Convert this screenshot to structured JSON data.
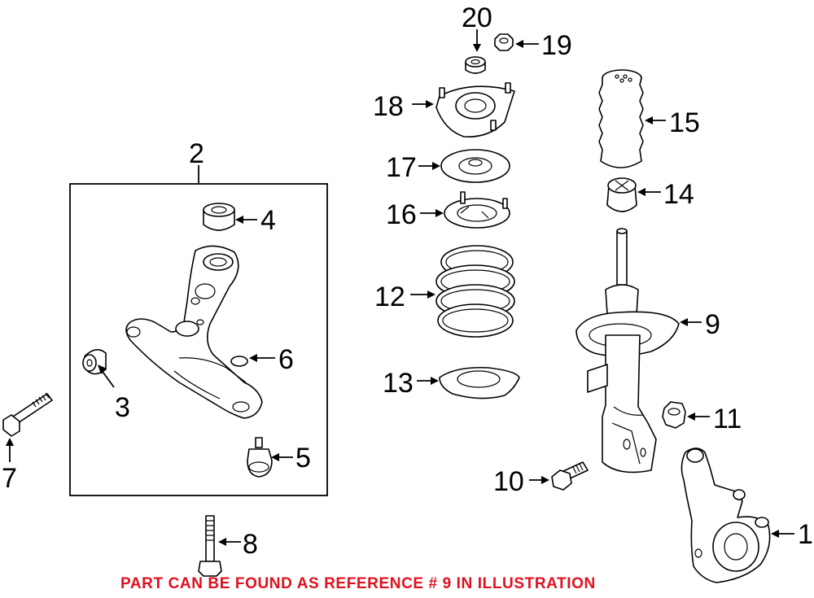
{
  "callouts": {
    "c1": "1",
    "c2": "2",
    "c3": "3",
    "c4": "4",
    "c5": "5",
    "c6": "6",
    "c7": "7",
    "c8": "8",
    "c9": "9",
    "c10": "10",
    "c11": "11",
    "c12": "12",
    "c13": "13",
    "c14": "14",
    "c15": "15",
    "c16": "16",
    "c17": "17",
    "c18": "18",
    "c19": "19",
    "c20": "20"
  },
  "notice": {
    "text": "PART CAN BE FOUND AS REFERENCE # 9 IN ILLUSTRATION",
    "color": "#e0101e"
  }
}
